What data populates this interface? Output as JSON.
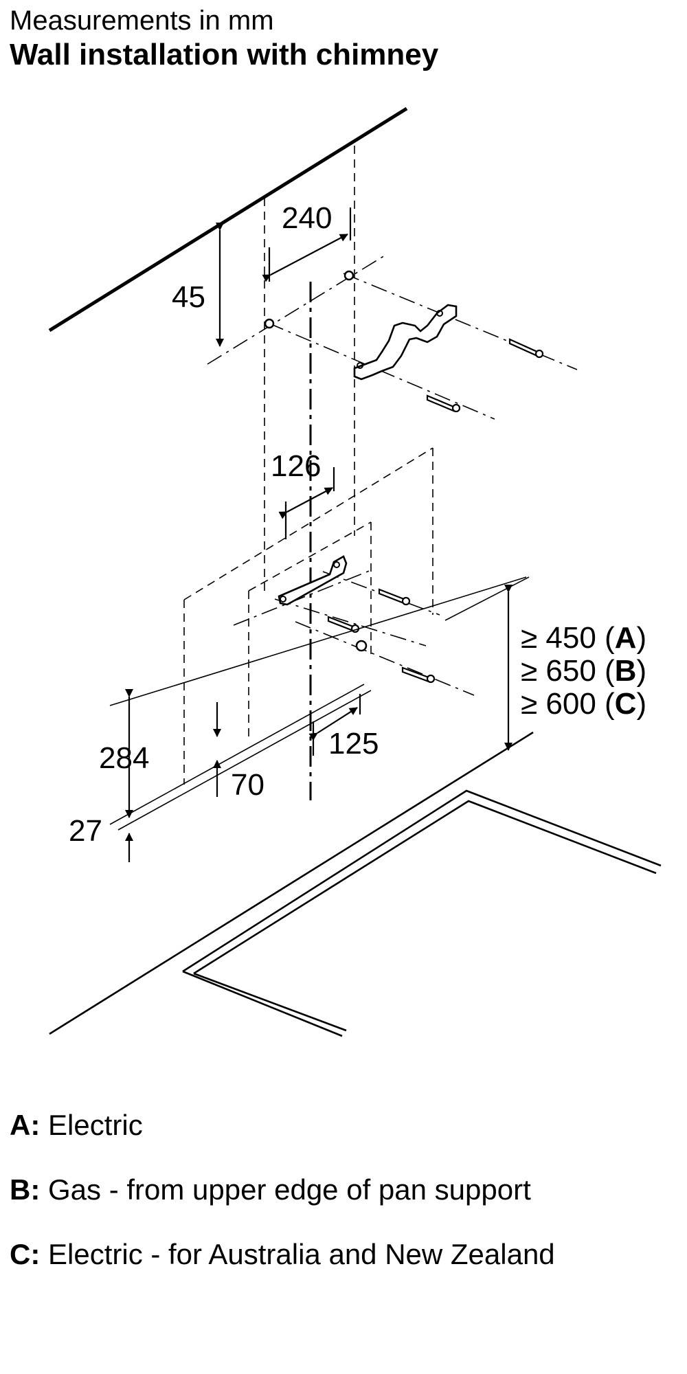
{
  "header": {
    "subtitle": "Measurements in mm",
    "title": "Wall installation with chimney"
  },
  "dimensions": {
    "d240": "240",
    "d45": "45",
    "d126": "126",
    "d125": "125",
    "d284": "284",
    "d70": "70",
    "d27": "27",
    "min_a_value": "≥ 450 (",
    "min_a_key": "A",
    "min_b_value": "≥ 650 (",
    "min_b_key": "B",
    "min_c_value": "≥ 600 (",
    "min_c_key": "C",
    "close_paren": ")"
  },
  "legend": [
    {
      "key": "A:",
      "text": "Electric"
    },
    {
      "key": "B:",
      "text": "Gas - from upper edge of pan support"
    },
    {
      "key": "C:",
      "text": "Electric - for Australia and New Zealand"
    }
  ]
}
